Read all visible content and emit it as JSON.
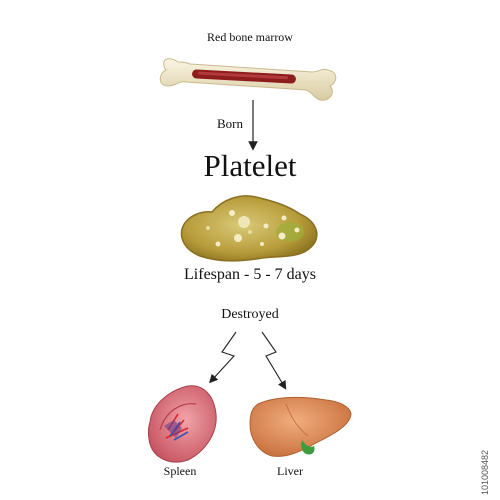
{
  "labels": {
    "marrow": "Red bone marrow",
    "born": "Born",
    "title": "Platelet",
    "lifespan": "Lifespan - 5 - 7 days",
    "destroyed": "Destroyed",
    "spleen": "Spleen",
    "liver": "Liver"
  },
  "side_id": "101008482",
  "icons": [
    "bone-icon",
    "platelet-icon",
    "spleen-icon",
    "liver-icon"
  ],
  "colors": {
    "bone": "#f0e6c8",
    "marrow": "#8e1d1d",
    "platelet": "#c3a84a",
    "spleen": "#d9727a",
    "liver": "#d98a57"
  }
}
